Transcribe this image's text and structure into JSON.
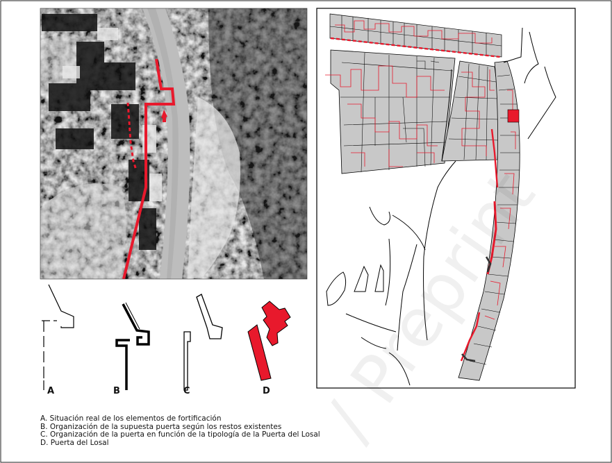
{
  "panel_labels": [
    "A",
    "B",
    "C",
    "D"
  ],
  "legend": [
    "A. Situación real de los elementos de fortificación",
    "B. Organización de la supuesta puerta según los restos existentes",
    "C. Organización de la puerta en función de la tipología de la Puerta del Losal",
    "D. Puerta del Losal"
  ],
  "watermark": "/ Preprint",
  "colors": {
    "highlight": "#e8192c",
    "parcel_fill": "#c8c8c8",
    "line": "#000000"
  }
}
